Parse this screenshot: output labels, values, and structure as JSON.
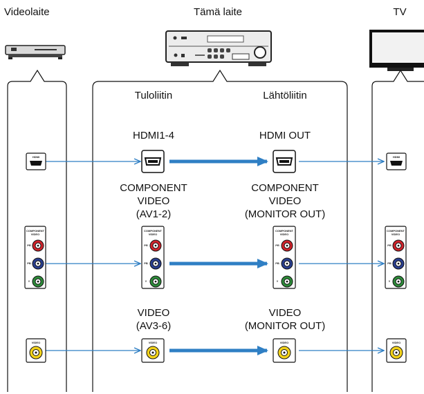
{
  "devices": {
    "source": "Videolaite",
    "receiver": "Tämä laite",
    "tv": "TV"
  },
  "panel_headers": {
    "input": "Tuloliitin",
    "output": "Lähtöliitin"
  },
  "connections": {
    "hdmi": {
      "input_label": "HDMI1-4",
      "output_label": "HDMI OUT",
      "jack_text": "HDMI"
    },
    "component": {
      "input_label": [
        "COMPONENT",
        "VIDEO",
        "(AV1-2)"
      ],
      "output_label": [
        "COMPONENT",
        "VIDEO",
        "(MONITOR OUT)"
      ],
      "jack_title": [
        "COMPONENT",
        "VIDEO"
      ],
      "pins": [
        "PR",
        "PB",
        "Y"
      ]
    },
    "composite": {
      "input_label": [
        "VIDEO",
        "(AV3-6)"
      ],
      "output_label": [
        "VIDEO",
        "(MONITOR OUT)"
      ],
      "jack_text": "VIDEO"
    }
  },
  "colors": {
    "arrow": "#2f7fc4",
    "pr": "#d0242c",
    "pb": "#2a3f8f",
    "y": "#2e8b3a",
    "composite": "#f2d21b"
  }
}
